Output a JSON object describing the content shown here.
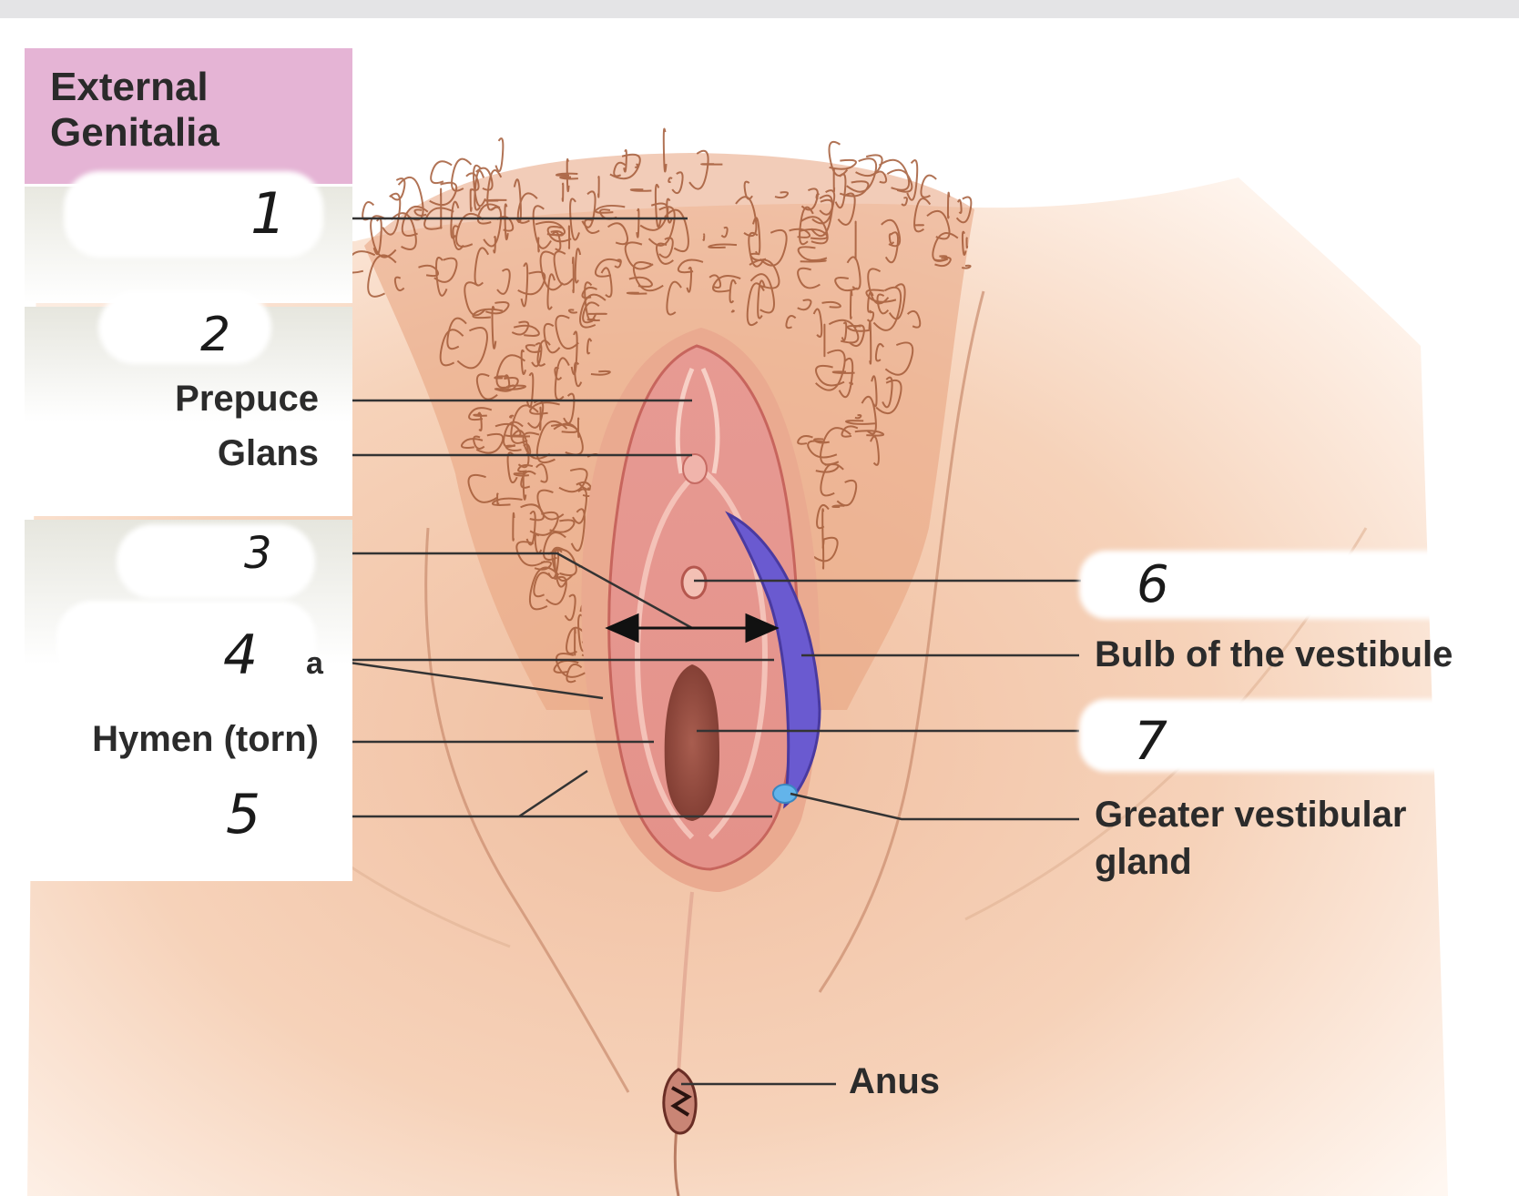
{
  "title": "External Genitalia",
  "numbers": [
    "1",
    "2",
    "3",
    "4",
    "5",
    "6",
    "7"
  ],
  "labels": {
    "prepuce": "Prepuce",
    "glans": "Glans",
    "hymen": "Hymen (torn)",
    "bulb": "Bulb of the vestibule",
    "gland_line1": "Greater vestibular",
    "gland_line2": "gland",
    "anus": "Anus",
    "fragment": "a"
  },
  "colors": {
    "header_pink": "#e5b4d5",
    "skin": "#f0c3a4",
    "tissue": "#e0908a",
    "bulb": "#6a5ad0",
    "gland": "#63b4ea"
  }
}
